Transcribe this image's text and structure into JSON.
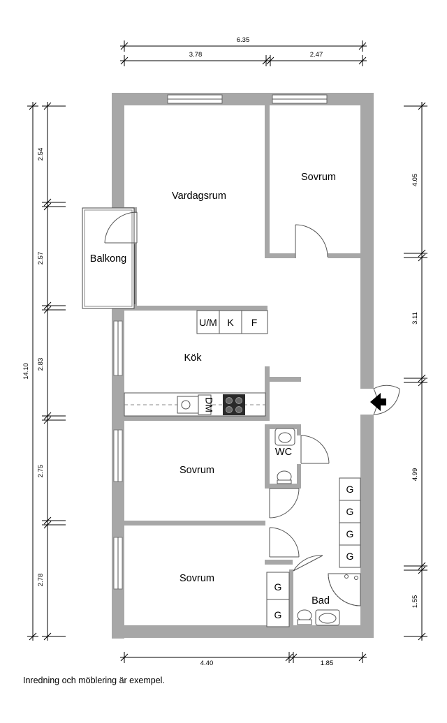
{
  "dimensions": {
    "top_total": "6.35",
    "top_left": "3.78",
    "top_right": "2.47",
    "left_total": "14.10",
    "left_segments": [
      "2.54",
      "2.57",
      "2.83",
      "2.75",
      "2.78"
    ],
    "right_segments": [
      "4.05",
      "3.11",
      "4.99",
      "1.55"
    ],
    "bottom_left": "4.40",
    "bottom_right": "1.85"
  },
  "rooms": {
    "vardagsrum": "Vardagsrum",
    "sovrum_top": "Sovrum",
    "balkong": "Balkong",
    "kok": "Kök",
    "wc": "WC",
    "sovrum_mid": "Sovrum",
    "sovrum_bottom": "Sovrum",
    "bad": "Bad"
  },
  "fixtures": {
    "freezer_fridge": "U/M",
    "cooler": "K",
    "freezer": "F",
    "dishwasher": "DM",
    "closet": "G"
  },
  "note": "Inredning och möblering är exempel."
}
